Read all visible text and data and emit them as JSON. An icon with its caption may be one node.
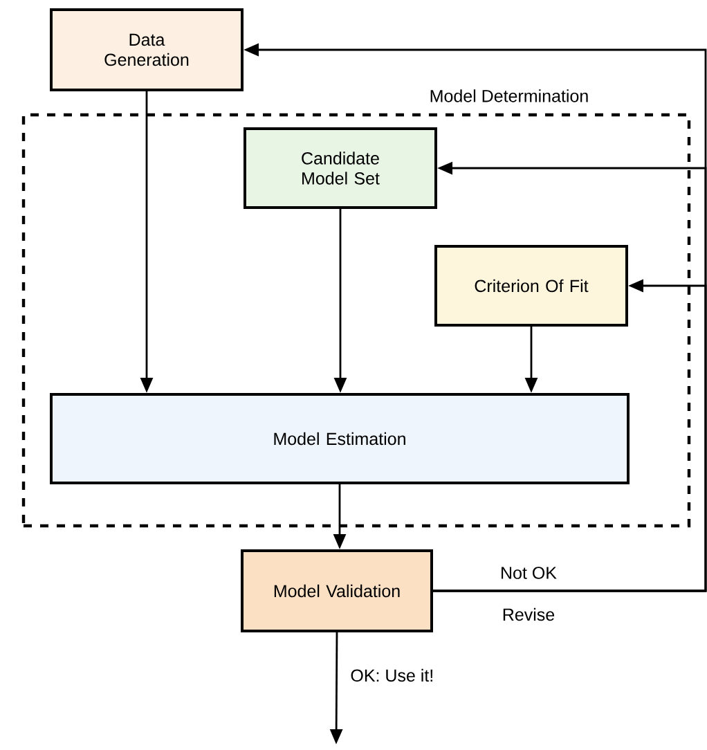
{
  "diagram": {
    "nodes": [
      {
        "text": [
          "Data Generation"
        ]
      },
      {
        "text": [
          "Model Determination"
        ]
      },
      {
        "text": [
          "Candidate Model Set"
        ],
        "in": 1
      },
      {
        "text": [
          "Criterion Of Fit"
        ],
        "in": 1
      },
      {
        "text": [
          "Model Estimation"
        ],
        "in": 1
      },
      {
        "text": [
          "Model Validation"
        ]
      }
    ],
    "edges": [
      {
        "from": 0,
        "to": 4,
        "arrow": "to"
      },
      {
        "from": 2,
        "to": 4,
        "arrow": "to"
      },
      {
        "from": 3,
        "to": 4,
        "arrow": "to"
      },
      {
        "from": 4,
        "to": 5,
        "arrow": "to"
      },
      {
        "from": 5,
        "to": null,
        "arrow": "to",
        "label": "OK: Use it!"
      },
      {
        "from": 5,
        "to": 0,
        "arrow": "to"
      },
      {
        "from": 5,
        "to": 2,
        "arrow": "to"
      },
      {
        "from": 5,
        "to": 3,
        "arrow": "to"
      }
    ],
    "labels": [
      "Not OK",
      "Revise"
    ]
  }
}
